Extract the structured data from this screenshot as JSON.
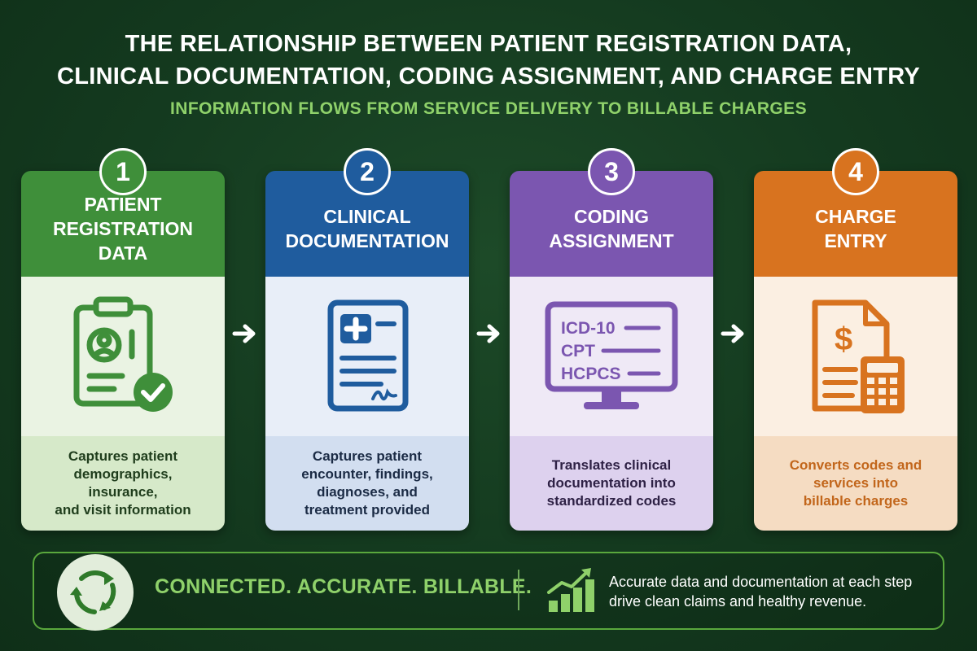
{
  "title": {
    "line1": "THE RELATIONSHIP BETWEEN PATIENT REGISTRATION DATA,",
    "line2": "CLINICAL DOCUMENTATION, CODING ASSIGNMENT, AND CHARGE ENTRY"
  },
  "subtitle": "INFORMATION FLOWS FROM SERVICE DELIVERY TO BILLABLE CHARGES",
  "steps": [
    {
      "number": "1",
      "title_lines": [
        "PATIENT",
        "REGISTRATION",
        "DATA"
      ],
      "description_lines": [
        "Captures patient",
        "demographics, insurance,",
        "and visit information"
      ],
      "icon": "clipboard-user-check-icon",
      "colors": {
        "head": "#3f8f3a",
        "body": "#eaf3e3",
        "foot": "#d6e9c9",
        "text": "#1f3d1c",
        "icon": "#3f8f3a"
      }
    },
    {
      "number": "2",
      "title_lines": [
        "CLINICAL",
        "DOCUMENTATION"
      ],
      "description_lines": [
        "Captures patient",
        "encounter, findings,",
        "diagnoses, and",
        "treatment provided"
      ],
      "icon": "medical-document-icon",
      "colors": {
        "head": "#1f5c9e",
        "body": "#e8eef8",
        "foot": "#d2def0",
        "text": "#1b2b45",
        "icon": "#1f5c9e"
      }
    },
    {
      "number": "3",
      "title_lines": [
        "CODING",
        "ASSIGNMENT"
      ],
      "description_lines": [
        "Translates clinical",
        "documentation into",
        "standardized codes"
      ],
      "icon": "computer-monitor-codes-icon",
      "monitor_codes": [
        "ICD-10",
        "CPT",
        "HCPCS"
      ],
      "colors": {
        "head": "#7b56b0",
        "body": "#efe9f6",
        "foot": "#ddd1ee",
        "text": "#2e2145",
        "icon": "#7b56b0"
      }
    },
    {
      "number": "4",
      "title_lines": [
        "CHARGE",
        "ENTRY"
      ],
      "description_lines": [
        "Converts codes and",
        "services into",
        "billable charges"
      ],
      "icon": "invoice-calculator-icon",
      "colors": {
        "head": "#d8731f",
        "body": "#fbefe2",
        "foot": "#f5dcc2",
        "text": "#c2661b",
        "icon": "#d8731f"
      }
    }
  ],
  "footer": {
    "tagline": "CONNECTED. ACCURATE. BILLABLE.",
    "note_lines": [
      "Accurate data and documentation at each step",
      "drive clean claims and healthy revenue."
    ],
    "icons": [
      "cycle-arrows-icon",
      "growth-chart-icon"
    ]
  },
  "colors": {
    "background": "#143a1f",
    "accent_green": "#8fd16a",
    "border_green": "#5aa83d"
  }
}
